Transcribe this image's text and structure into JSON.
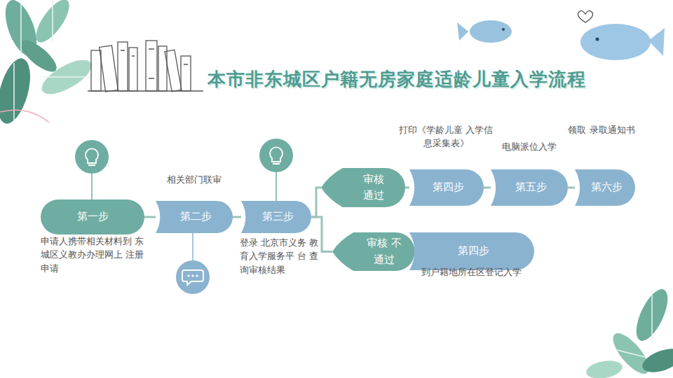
{
  "diagram": {
    "title": "本市非东城区户籍无房家庭适龄儿童入学流程",
    "nodes": [
      {
        "text": [
          "第一步",
          "申请人携带相关材料到 东城区义教办办理网上 注册申请"
        ]
      },
      {
        "text": [
          "第二步",
          "相关部门联审"
        ]
      },
      {
        "text": [
          "第三步",
          "登录 北京市义务 教育入学服务平 台 查询审核结果"
        ]
      },
      {
        "text": [
          "审核 通过"
        ]
      },
      {
        "text": [
          "第四步",
          "打印《学龄儿童 入学信息采集表》"
        ]
      },
      {
        "text": [
          "第五步",
          "电脑派位入学"
        ]
      },
      {
        "text": [
          "第六步",
          "领取 录取通知书"
        ]
      },
      {
        "text": [
          "审核 不通过"
        ]
      },
      {
        "text": [
          "第四步",
          "到户籍地所在区登记入学"
        ]
      }
    ],
    "edges": [
      {
        "from": 0,
        "to": 1,
        "arrow": "none"
      },
      {
        "from": 1,
        "to": 2,
        "arrow": "none"
      },
      {
        "from": 2,
        "to": 3,
        "arrow": "none"
      },
      {
        "from": 2,
        "to": 7,
        "arrow": "none"
      },
      {
        "from": 3,
        "to": 4,
        "arrow": "none"
      },
      {
        "from": 4,
        "to": 5,
        "arrow": "none"
      },
      {
        "from": 5,
        "to": 6,
        "arrow": "none"
      },
      {
        "from": 7,
        "to": 8,
        "arrow": "none"
      }
    ]
  }
}
